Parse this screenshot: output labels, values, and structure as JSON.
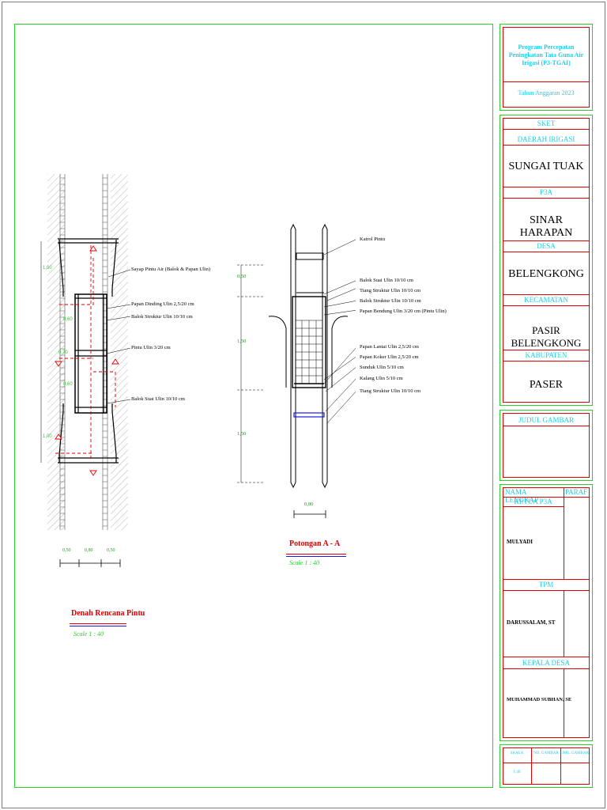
{
  "title_block": {
    "program": "Program Percepatan Peningkatan Tata Guna Air Irigasi (P3-TGAI)",
    "tahun": "Tahun Anggaran 2023",
    "sket": "SKET",
    "daerah_irigasi_label": "DAERAH IRIGASI",
    "daerah_irigasi": "SUNGAI TUAK",
    "p3a_label": "P3A",
    "p3a": "SINAR HARAPAN",
    "desa_label": "DESA",
    "desa": "BELENGKONG",
    "kecamatan_label": "KECAMATAN",
    "kecamatan": "PASIR BELENGKONG",
    "kabupaten_label": "KABUPATEN",
    "kabupaten": "PASER",
    "judul_gambar_label": "JUDUL GAMBAR",
    "nama_lengkap_label": "NAMA LENGKAP",
    "paraf_label": "PARAF",
    "ketua_p3a_label": "KETUA P3A",
    "ketua_p3a": "MULYADI",
    "tpm_label": "TPM",
    "tpm": "DARUSSALAM, ST",
    "kepala_desa_label": "KEPALA DESA",
    "kepala_desa": "MUHAMMAD SUBHAN, SE",
    "footer_col1": "SKALA",
    "footer_col2": "NO. GAMBAR",
    "footer_col3": "JML. GAMBAR",
    "footer_val1": "1:40"
  },
  "plan": {
    "title": "Denah Rencana Pintu",
    "scale": "Scale 1 : 40",
    "labels": [
      "Sayap Pintu Air (Balok & Papan Ulin)",
      "Papan Dinding Ulin 2,5/20 cm",
      "Balok Struktur Ulin 10/10 cm",
      "Pintu Ulin 3/20 cm",
      "Balok Suai Ulin 10/10 cm"
    ],
    "dims_bottom": [
      "0,50",
      "0,80",
      "0,50"
    ],
    "dims_side": [
      "1,00",
      "0,60",
      "0,70",
      "0,60",
      "1,00"
    ]
  },
  "section": {
    "title": "Potongan A - A",
    "scale": "Scale 1 : 40",
    "labels": [
      "Katrol Pintu",
      "Balok Suai Ulin 10/10 cm",
      "Tiang Struktur Ulin 10/10 cm",
      "Balok Struktur Ulin 10/10 cm",
      "Papan Bendung Ulin 3/20 cm (Pintu Ulin)",
      "Papan Lantai Ulin 2,5/20 cm",
      "Papan Koker Ulin 2,5/20 cm",
      "Sunduk Ulin 5/10 cm",
      "Kalang Ulin 5/10 cm",
      "Tiang Struktur Ulin 10/10 cm"
    ],
    "dims_side": [
      "0,50",
      "1,50",
      "1,50"
    ],
    "dim_bottom": "0,80"
  }
}
